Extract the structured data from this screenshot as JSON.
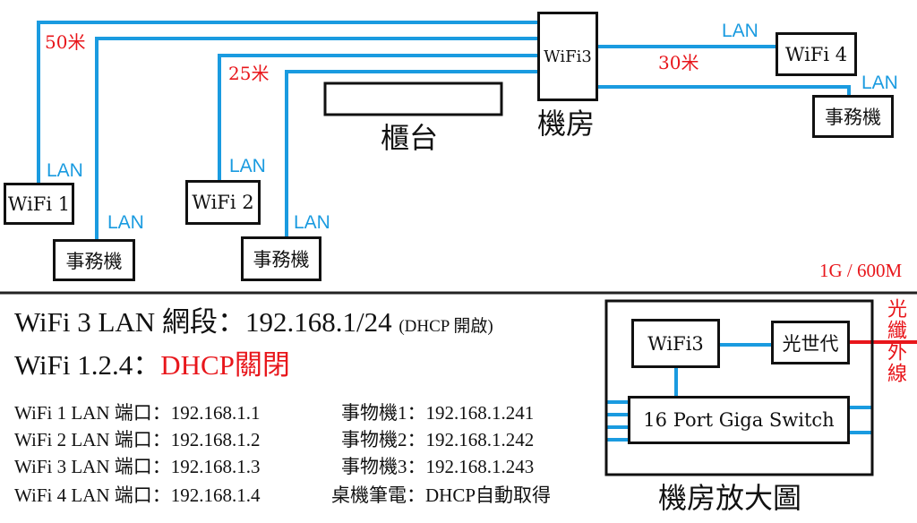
{
  "colors": {
    "lan": "#1a9be0",
    "accent": "#e8161b"
  },
  "top": {
    "wifi3": "WiFi3",
    "server_room": "機房",
    "wifi4": "WiFi 4",
    "office_right": "事務機",
    "counter": "櫃台",
    "wifi1": "WiFi 1",
    "wifi2": "WiFi 2",
    "office1": "事務機",
    "office2": "事務機",
    "dist50": "50米",
    "dist25": "25米",
    "dist30": "30米",
    "lan_wifi4": "LAN",
    "lan_office_right": "LAN",
    "lan_wifi1": "LAN",
    "lan_office1": "LAN",
    "lan_wifi2": "LAN",
    "lan_office2": "LAN"
  },
  "info": {
    "line1_a": "WiFi 3 LAN 網段：",
    "line1_b": "192.168.1/24",
    "line1_c": "(DHCP 開啟)",
    "line2_a": "WiFi 1.2.4：",
    "line2_b": "DHCP關閉",
    "ports": [
      "WiFi 1 LAN 端口：192.168.1.1",
      "WiFi 2 LAN 端口：192.168.1.2",
      "WiFi 3 LAN 端口：192.168.1.3",
      "WiFi 4 LAN 端口：192.168.1.4"
    ],
    "devices": [
      "事物機1：192.168.1.241",
      "事物機2：192.168.1.242",
      "事物機3：192.168.1.243",
      "桌機筆電：DHCP自動取得"
    ]
  },
  "zoom": {
    "bandwidth": "1G / 600M",
    "fiber": "光纖外線",
    "wifi3": "WiFi3",
    "isp": "光世代",
    "switch": "16 Port Giga Switch",
    "caption": "機房放大圖"
  }
}
